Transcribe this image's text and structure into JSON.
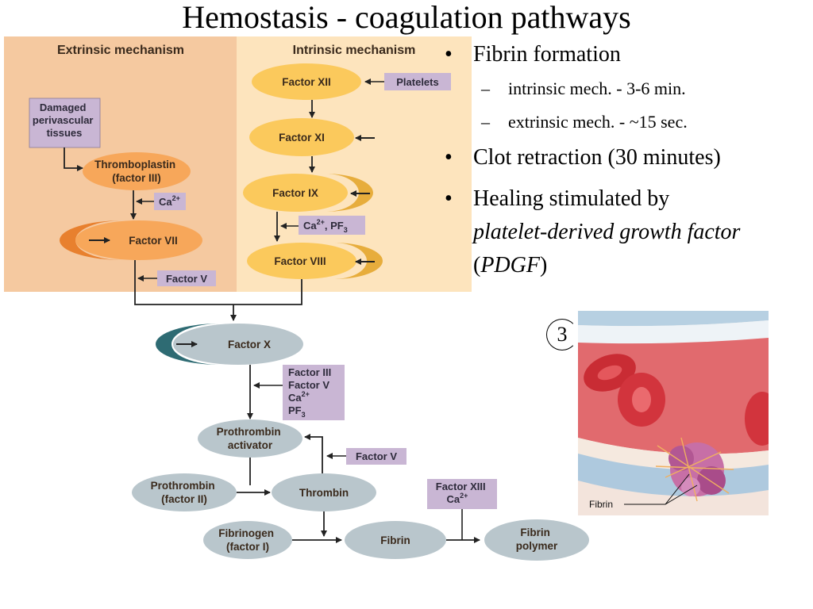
{
  "slide": {
    "title": "Hemostasis - coagulation pathways"
  },
  "diagram": {
    "extrinsic_heading": "Extrinsic mechanism",
    "intrinsic_heading": "Intrinsic mechanism",
    "damaged_tissue": [
      "Damaged",
      "perivascular",
      "tissues"
    ],
    "thromboplastin": [
      "Thromboplastin",
      "(factor III)"
    ],
    "ca_extrinsic": "Ca",
    "factor_vii": "Factor VII",
    "factor_v_extrinsic": "Factor V",
    "factor_xii": "Factor XII",
    "platelets": "Platelets",
    "factor_xi": "Factor XI",
    "factor_ix": "Factor IX",
    "ca_pf3": "Ca",
    "ca_pf3_tail": ", PF",
    "factor_viii": "Factor VIII",
    "factor_x": "Factor X",
    "cofactor_box": [
      "Factor III",
      "Factor V",
      "Ca",
      "PF"
    ],
    "prothrombin_activator": [
      "Prothrombin",
      "activator"
    ],
    "factor_v_common": "Factor V",
    "prothrombin": [
      "Prothrombin",
      "(factor II)"
    ],
    "thrombin": "Thrombin",
    "factor_xiii_box": [
      "Factor XIII",
      "Ca"
    ],
    "fibrinogen": [
      "Fibrinogen",
      "(factor I)"
    ],
    "fibrin": "Fibrin",
    "fibrin_polymer": [
      "Fibrin",
      "polymer"
    ],
    "sup_2plus": "2+",
    "sub_3": "3"
  },
  "bullets": {
    "fibrin_formation": "Fibrin formation",
    "intrinsic_time": "intrinsic mech. - 3-6 min.",
    "extrinsic_time": "extrinsic mech. - ~15 sec.",
    "clot_retraction": "Clot retraction (30 minutes)",
    "healing_line1": "Healing stimulated by",
    "healing_line2": "platelet-derived growth factor",
    "healing_open": "(",
    "healing_abbrev": "PDGF",
    "healing_close": ")"
  },
  "illustration": {
    "figure_number": "3",
    "fibrin_label": "Fibrin"
  },
  "colors": {
    "extrinsic_panel": "#f5c9a0",
    "intrinsic_panel": "#fde4bd",
    "orange_node": "#f7a75a",
    "yellow_node": "#fbc95c",
    "grey_node": "#b9c6cc",
    "lavender_box": "#c9b6d4",
    "teal_accent": "#2e6b73"
  }
}
